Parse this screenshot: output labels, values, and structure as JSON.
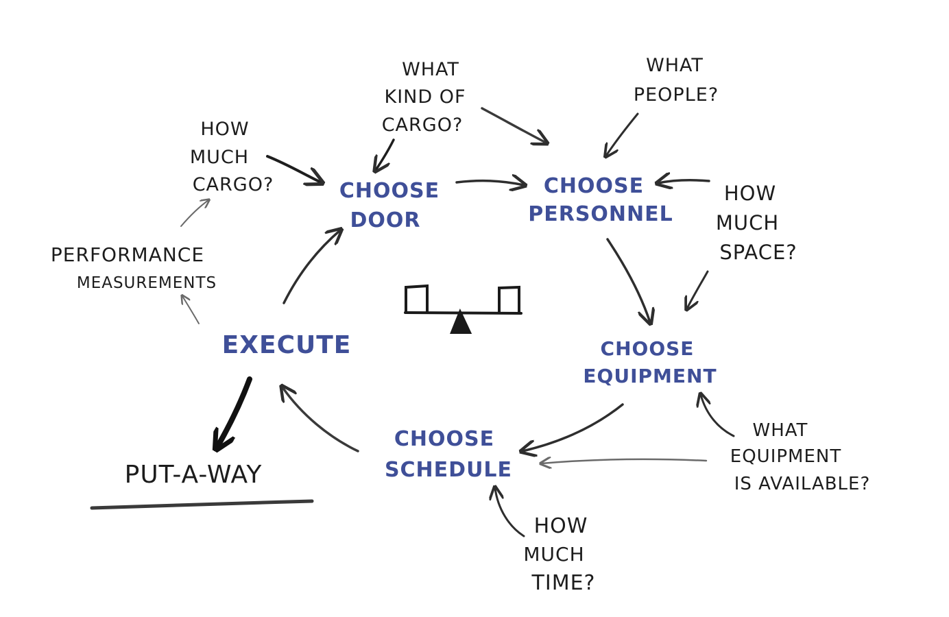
{
  "colors": {
    "step": "#3f4f98",
    "note": "#1c1c1c",
    "arrow": "#2e2e2e",
    "arrow_light": "#6a6a6a",
    "underline": "#3a3a3a"
  },
  "steps": {
    "choose_door": [
      "CHOOSE",
      "DOOR"
    ],
    "choose_personnel": [
      "CHOOSE",
      "PERSONNEL"
    ],
    "choose_equipment": [
      "CHOOSE",
      "EQUIPMENT"
    ],
    "choose_schedule": [
      "CHOOSE",
      "SCHEDULE"
    ],
    "execute": [
      "EXECUTE"
    ]
  },
  "questions": {
    "how_much_cargo": [
      "HOW",
      "MUCH",
      "CARGO?"
    ],
    "what_kind_of_cargo": [
      "WHAT",
      "KIND OF",
      "CARGO?"
    ],
    "what_people": [
      "WHAT",
      "PEOPLE?"
    ],
    "how_much_space": [
      "HOW",
      "MUCH",
      "SPACE?"
    ],
    "what_equipment_is_available": [
      "WHAT",
      "EQUIPMENT",
      "IS AVAILABLE?"
    ],
    "how_much_time": [
      "HOW",
      "MUCH",
      "TIME?"
    ],
    "performance_measurements": [
      "PERFORMANCE",
      "MEASUREMENTS"
    ]
  },
  "outcome": {
    "put_away": "PUT-A-WAY"
  },
  "icons": {
    "center": "balance-scale-icon"
  }
}
